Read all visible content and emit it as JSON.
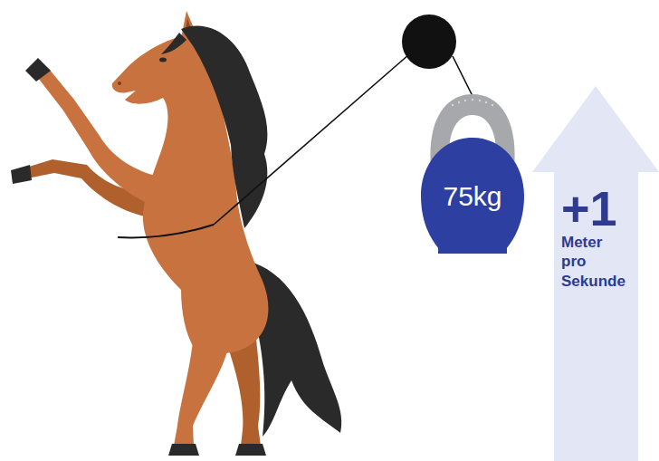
{
  "diagram": {
    "nodes": [
      {
        "text": [
          "75kg"
        ]
      },
      {
        "text": [
          "+1",
          "Meter pro Sekunde"
        ]
      }
    ]
  }
}
